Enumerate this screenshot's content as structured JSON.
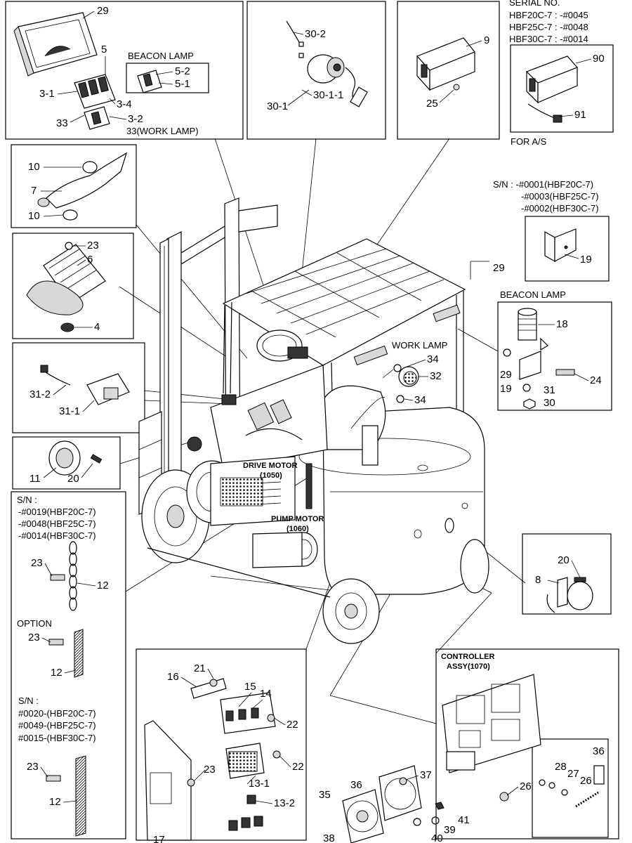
{
  "serial_header": {
    "title": "SERIAL NO.",
    "lines": [
      "HBF20C-7 : -#0045",
      "HBF25C-7 : -#0048",
      "HBF30C-7 : -#0014"
    ]
  },
  "for_as": "FOR A/S",
  "sn_beacon_bracket": {
    "lines": [
      "S/N : -#0001(HBF20C-7)",
      "-#0003(HBF25C-7)",
      "-#0002(HBF30C-7)"
    ]
  },
  "headings": {
    "beacon_lamp_top": "BEACON LAMP",
    "beacon_lamp_right": "BEACON LAMP",
    "work_lamp": "WORK LAMP",
    "work_lamp_33": "33(WORK LAMP)",
    "drive_motor": "DRIVE MOTOR",
    "drive_motor_code": "(1050)",
    "pump_motor": "PUMP MOTOR",
    "pump_motor_code": "(1060)",
    "controller": "CONTROLLER",
    "controller_code": "ASSY(1070)",
    "option": "OPTION"
  },
  "sn_chain": {
    "lines": [
      "S/N :",
      "-#0019(HBF20C-7)",
      "-#0048(HBF25C-7)",
      "-#0014(HBF30C-7)"
    ]
  },
  "sn_strap": {
    "lines": [
      "S/N :",
      "#0020-(HBF20C-7)",
      "#0049-(HBF25C-7)",
      "#0015-(HBF30C-7)"
    ]
  },
  "callouts": {
    "c29": "29",
    "c5": "5",
    "c5_2": "5-2",
    "c5_1": "5-1",
    "c3_1": "3-1",
    "c3_4": "3-4",
    "c33": "33",
    "c3_2": "3-2",
    "c30_2": "30-2",
    "c30_1": "30-1",
    "c30_1_1": "30-1-1",
    "c9": "9",
    "c25": "25",
    "c90": "90",
    "c91": "91",
    "c10a": "10",
    "c7": "7",
    "c10b": "10",
    "c23a": "23",
    "c6": "6",
    "c4": "4",
    "c31_2": "31-2",
    "c31_1": "31-1",
    "c11": "11",
    "c20a": "20",
    "c19": "19",
    "c29r": "29",
    "c18": "18",
    "c29b": "29",
    "c24": "24",
    "c19b": "19",
    "c31": "31",
    "c30": "30",
    "c34a": "34",
    "c32": "32",
    "c34b": "34",
    "c23b": "23",
    "c12a": "12",
    "c23c": "23",
    "c12b": "12",
    "c23d": "23",
    "c12c": "12",
    "c20b": "20",
    "c8": "8",
    "c16": "16",
    "c21": "21",
    "c15": "15",
    "c14": "14",
    "c22a": "22",
    "c22b": "22",
    "c23e": "23",
    "c13_1": "13-1",
    "c13_2": "13-2",
    "c17": "17",
    "c36a": "36",
    "c37": "37",
    "c35": "35",
    "c38": "38",
    "c39": "39",
    "c40": "40",
    "c41": "41",
    "c26a": "26",
    "c36b": "36",
    "c28": "28",
    "c27": "27",
    "c26b": "26"
  }
}
